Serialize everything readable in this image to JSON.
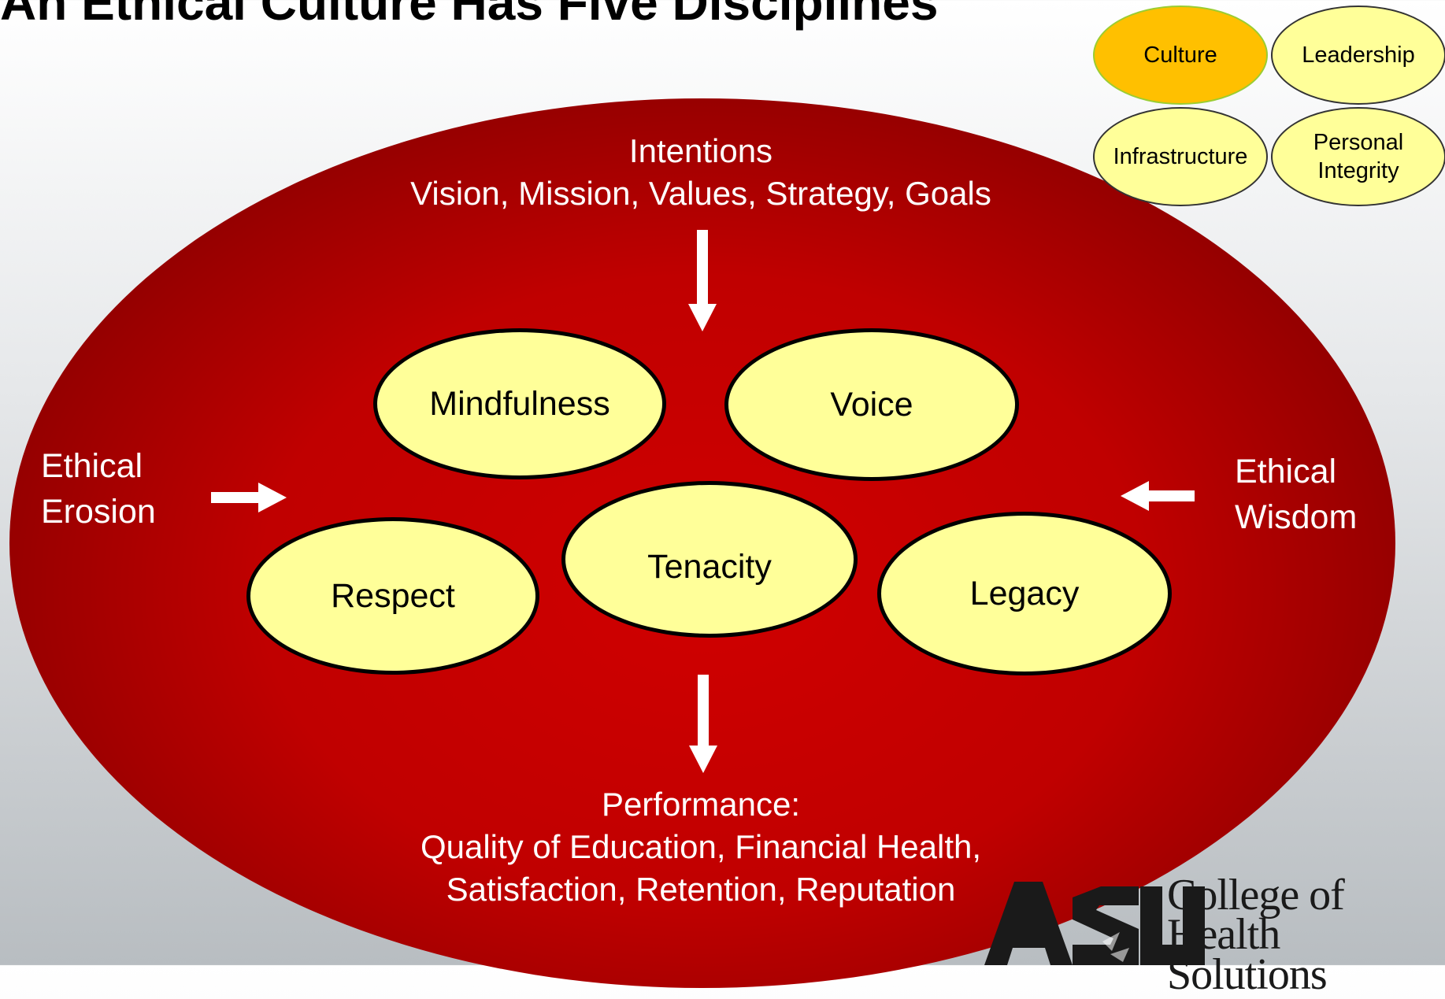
{
  "title": "An Ethical Culture Has Five Disciplines",
  "intentions": {
    "line1": "Intentions",
    "line2": "Vision, Mission, Values, Strategy, Goals"
  },
  "performance": {
    "line1": "Performance:",
    "line2": "Quality of Education, Financial Health,",
    "line3": "Satisfaction, Retention, Reputation"
  },
  "ethical_erosion": {
    "line1": "Ethical",
    "line2": "Erosion"
  },
  "ethical_wisdom": {
    "line1": "Ethical",
    "line2": "Wisdom"
  },
  "disciplines": {
    "mindfulness": "Mindfulness",
    "voice": "Voice",
    "respect": "Respect",
    "tenacity": "Tenacity",
    "legacy": "Legacy"
  },
  "framework_legend": {
    "culture": "Culture",
    "leadership": "Leadership",
    "infrastructure": "Infrastructure",
    "personal_integrity_line1": "Personal",
    "personal_integrity_line2": "Integrity",
    "active": "Culture",
    "active_color": "#ffc000"
  },
  "logo": {
    "mark": "ASU",
    "line1": "College of",
    "line2": "Health Solutions"
  },
  "colors": {
    "ellipse": "#c00000",
    "discipline_fill": "#ffff99"
  }
}
